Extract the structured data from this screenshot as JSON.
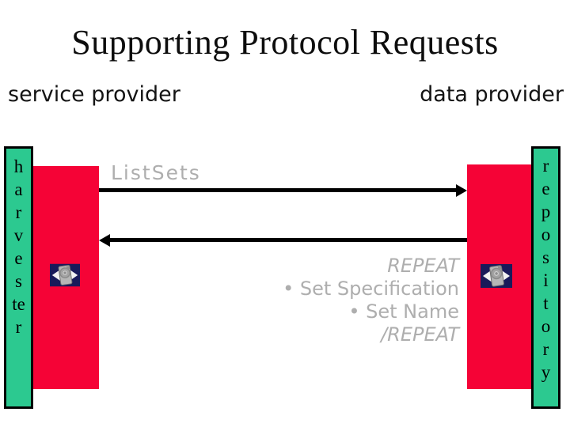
{
  "slide": {
    "title": "Supporting Protocol Requests",
    "left_role": "service provider",
    "right_role": "data provider"
  },
  "actors": {
    "left": {
      "name": "harvester",
      "letters": [
        "h",
        "a",
        "r",
        "v",
        "e",
        "s",
        "te",
        "r"
      ]
    },
    "right": {
      "name": "repository",
      "letters": [
        "r",
        "e",
        "p",
        "o",
        "s",
        "i",
        "t",
        "o",
        "r",
        "y"
      ]
    }
  },
  "protocol": {
    "request_label": "ListSets",
    "response_lines": [
      {
        "text": "REPEAT"
      },
      {
        "text": "• Set Specification"
      },
      {
        "text": "• Set Name"
      },
      {
        "text": "/REPEAT"
      }
    ]
  },
  "colors": {
    "bar_green": "#2cc990",
    "box_red": "#f50336",
    "label_gray": "#aeaeae",
    "icon_navy": "#191a5a"
  }
}
